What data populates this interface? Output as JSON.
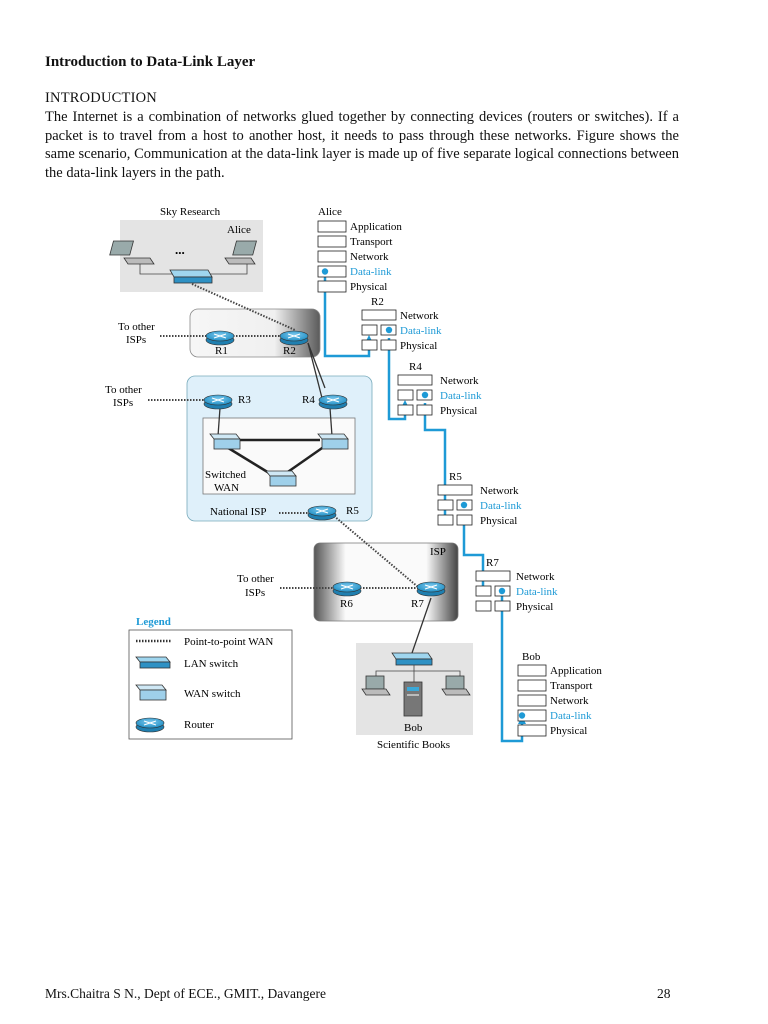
{
  "document": {
    "heading": "Introduction to Data-Link Layer",
    "subheading": "INTRODUCTION",
    "paragraph": "The Internet is a combination of networks glued together by connecting devices (routers or switches). If a packet is to travel from a host to another host, it needs to pass through these networks. Figure shows the same scenario, Communication at the data-link layer is made up of five separate logical connections between the data-link layers in the path."
  },
  "figure": {
    "sky_research": "Sky Research",
    "alice_laptop": "Alice",
    "ellipsis": "...",
    "to_other_isps": "To other",
    "isps": "ISPs",
    "switched": "Switched",
    "wan": "WAN",
    "national_isp": "National ISP",
    "isp": "ISP",
    "bob": "Bob",
    "scientific_books": "Scientific Books",
    "routers": {
      "r1": "R1",
      "r2": "R2",
      "r3": "R3",
      "r4": "R4",
      "r5": "R5",
      "r6": "R6",
      "r7": "R7"
    },
    "stacks": {
      "alice": {
        "title": "Alice",
        "layers": [
          "Application",
          "Transport",
          "Network",
          "Data-link",
          "Physical"
        ]
      },
      "r2": {
        "title": "R2",
        "layers": [
          "Network",
          "Data-link",
          "Physical"
        ]
      },
      "r4": {
        "title": "R4",
        "layers": [
          "Network",
          "Data-link",
          "Physical"
        ]
      },
      "r5": {
        "title": "R5",
        "layers": [
          "Network",
          "Data-link",
          "Physical"
        ]
      },
      "r7": {
        "title": "R7",
        "layers": [
          "Network",
          "Data-link",
          "Physical"
        ]
      },
      "bob": {
        "title": "Bob",
        "layers": [
          "Application",
          "Transport",
          "Network",
          "Data-link",
          "Physical"
        ]
      }
    },
    "legend": {
      "title": "Legend",
      "items": [
        "Point-to-point WAN",
        "LAN switch",
        "WAN switch",
        "Router"
      ]
    },
    "colors": {
      "accent": "#1e9ad6",
      "router_fill": "#3aa8d8",
      "switch_fill": "#6fc1e6",
      "panel": "#dff0fa"
    }
  },
  "footer": {
    "author": "Mrs.Chaitra S N., Dept of ECE., GMIT., Davangere",
    "page_number": "28"
  }
}
